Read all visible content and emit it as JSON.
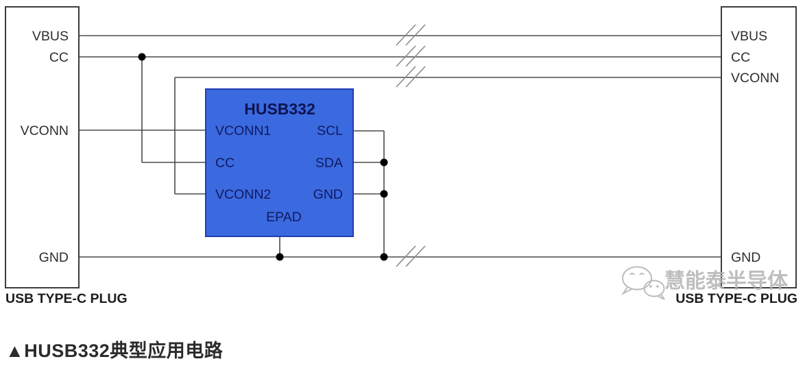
{
  "left_plug": {
    "label": "USB TYPE-C PLUG",
    "pins": {
      "vbus": "VBUS",
      "cc": "CC",
      "vconn": "VCONN",
      "gnd": "GND"
    }
  },
  "right_plug": {
    "label": "USB TYPE-C PLUG",
    "pins": {
      "vbus": "VBUS",
      "cc": "CC",
      "vconn": "VCONN",
      "gnd": "GND"
    }
  },
  "chip": {
    "title": "HUSB332",
    "pins_left": [
      "VCONN1",
      "CC",
      "VCONN2"
    ],
    "pins_right": [
      "SCL",
      "SDA",
      "GND"
    ],
    "pad": "EPAD"
  },
  "watermark": {
    "text": "慧能泰半导体",
    "icon": "wechat-icon"
  },
  "caption": "▲HUSB332典型应用电路",
  "palette": {
    "chip_fill": "#3b69e0",
    "chip_border": "#1f3db0",
    "chip_text": "#0d1550",
    "wire": "#4a4a4a",
    "junction": "#000000",
    "label_text": "#2e2e2e",
    "watermark": "#b3b3b3",
    "background": "#ffffff"
  }
}
